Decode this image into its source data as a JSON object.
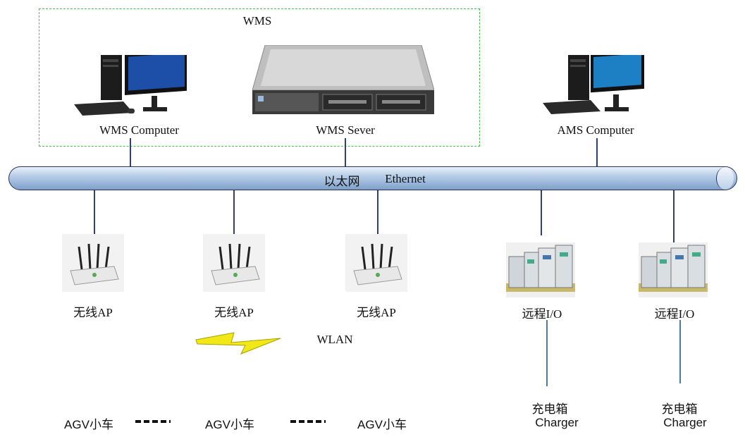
{
  "wms_group": {
    "title": "WMS"
  },
  "nodes": {
    "wms_computer": "WMS Computer",
    "wms_server": "WMS Sever",
    "ams_computer": "AMS Computer"
  },
  "ethernet": {
    "cn": "以太网",
    "en": "Ethernet"
  },
  "access_points": [
    {
      "label": "无线AP"
    },
    {
      "label": "无线AP"
    },
    {
      "label": "无线AP"
    }
  ],
  "remote_io": [
    {
      "label": "远程I/O"
    },
    {
      "label": "远程I/O"
    }
  ],
  "wlan": {
    "label": "WLAN"
  },
  "agv": [
    {
      "label": "AGV小车"
    },
    {
      "label": "AGV小车"
    },
    {
      "label": "AGV小车"
    }
  ],
  "chargers": [
    {
      "cn": "充电箱",
      "en": "Charger"
    },
    {
      "cn": "充电箱",
      "en": "Charger"
    }
  ],
  "colors": {
    "group_border": "#3fc24a",
    "pipe": "#a4bfe0",
    "connector": "#2e3f7a",
    "lightning": "#f2e817"
  }
}
